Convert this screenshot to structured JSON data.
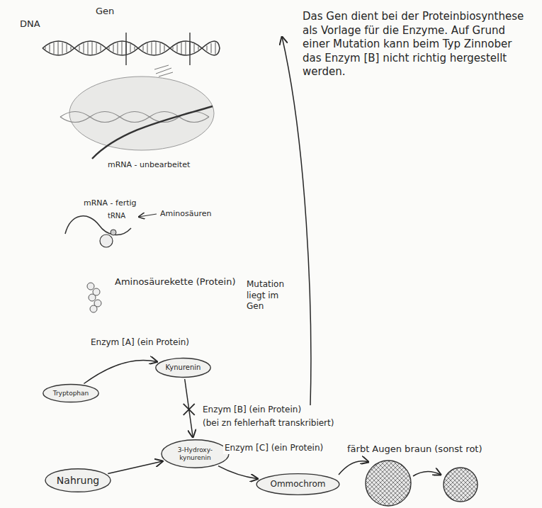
{
  "diagram": {
    "nodes": [
      {
        "text": [
          "Tryptophan"
        ]
      },
      {
        "text": [
          "Kynurenin"
        ]
      },
      {
        "text": [
          "3-Hydroxy-kynurenin"
        ]
      },
      {
        "text": [
          "Nahrung"
        ]
      },
      {
        "text": [
          "Ommochrom"
        ]
      }
    ],
    "edges": [
      {
        "from": 0,
        "to": 1,
        "label": "Enzym [A] (ein Protein)",
        "arrow": "to"
      },
      {
        "from": 1,
        "to": 2,
        "label": "Enzym [B] (ein Protein)",
        "arrow": "to"
      },
      {
        "from": 3,
        "to": 2,
        "arrow": "to"
      },
      {
        "from": 2,
        "to": 4,
        "label": "Enzym [C] (ein Protein)",
        "arrow": "to"
      }
    ],
    "labels": [
      "DNA",
      "Gen",
      "Das Gen dient bei der Proteinbiosynthese als Vorlage für die Enzyme. Auf Grund einer Mutation kann beim Typ Zinnober das Enzym [B] nicht richtig hergestellt werden.",
      "mRNA - unbearbeitet",
      "mRNA - fertig",
      "Aminosäuren",
      "tRNA",
      "Aminosäurekette (Protein)",
      "Mutation liegt im Gen",
      "(bei zn fehlerhaft transkribiert)",
      "färbt Augen braun (sonst rot)"
    ]
  }
}
